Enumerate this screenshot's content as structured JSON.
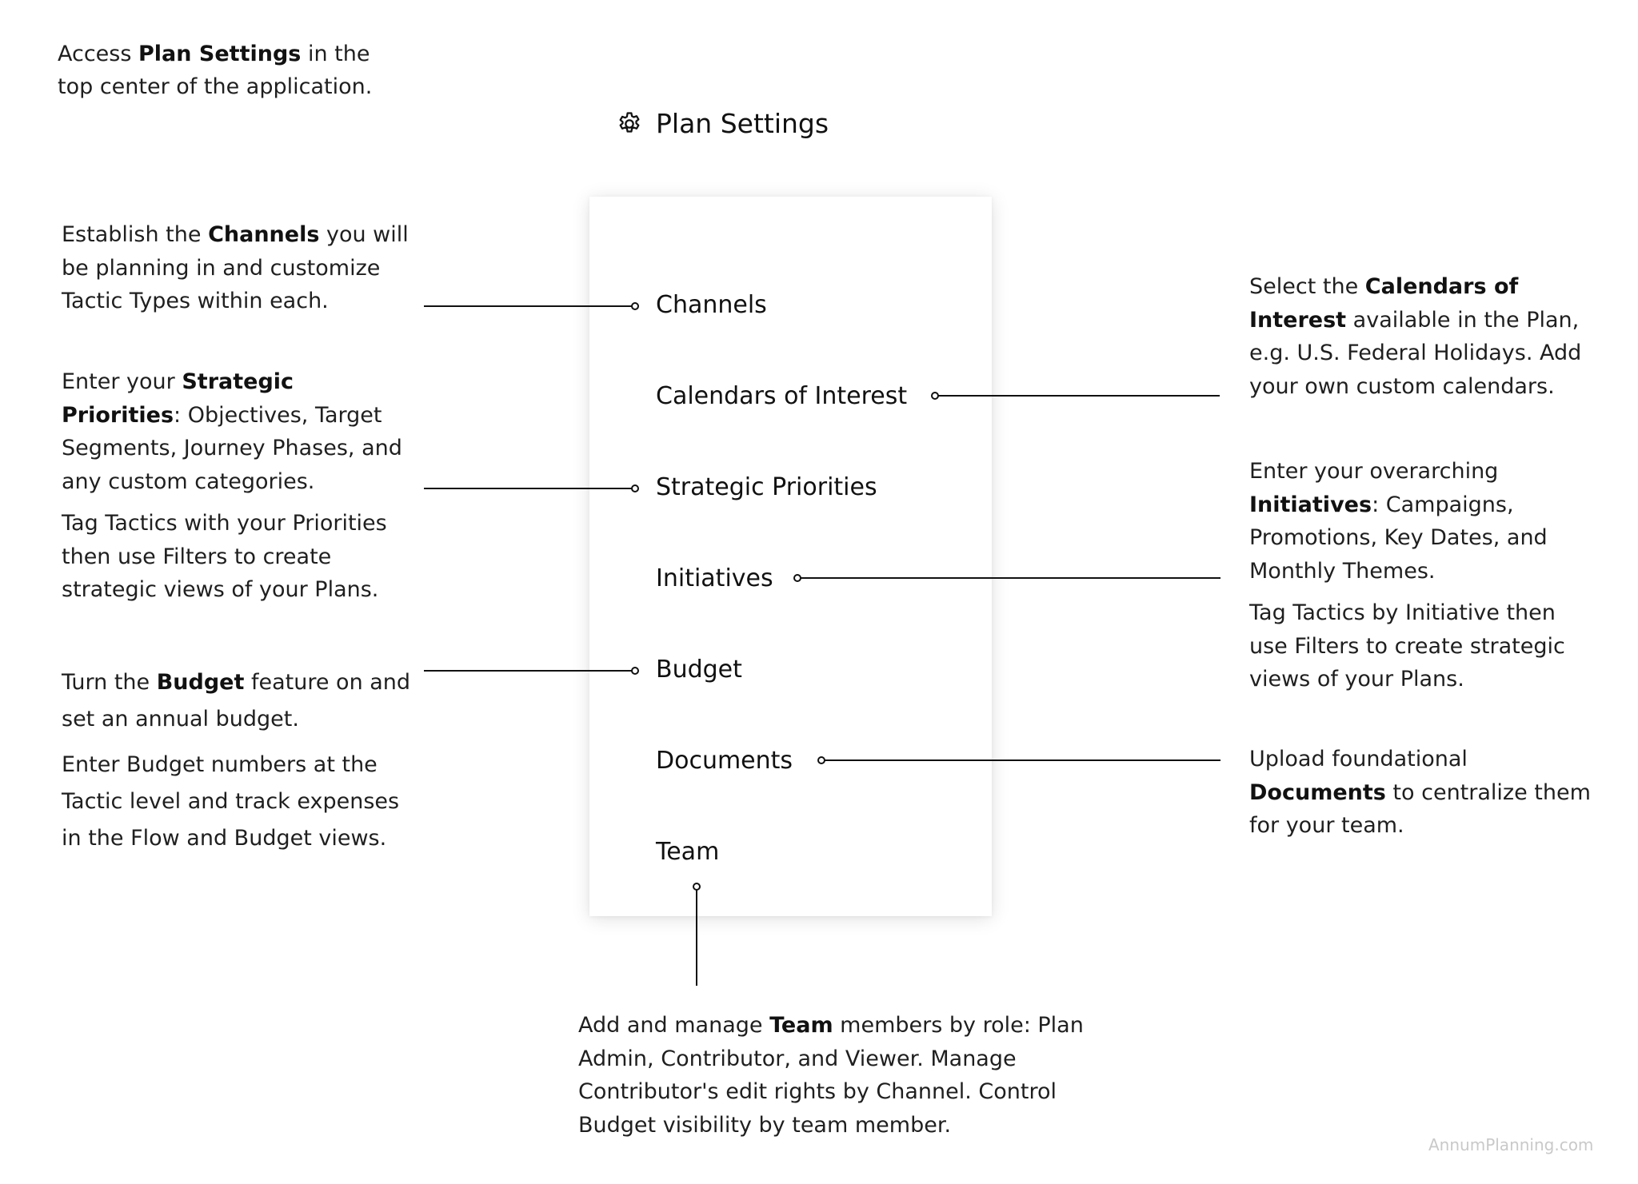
{
  "intro": {
    "pre": "Access ",
    "bold": "Plan Settings",
    "post": " in the top center of the application."
  },
  "header": {
    "title": "Plan Settings",
    "icon": "gear-icon"
  },
  "menu": [
    {
      "id": "channels",
      "label": "Channels"
    },
    {
      "id": "calendars",
      "label": "Calendars of Interest"
    },
    {
      "id": "strategic",
      "label": "Strategic Priorities"
    },
    {
      "id": "initiatives",
      "label": "Initiatives"
    },
    {
      "id": "budget",
      "label": "Budget"
    },
    {
      "id": "documents",
      "label": "Documents"
    },
    {
      "id": "team",
      "label": "Team"
    }
  ],
  "annotations": {
    "channels": {
      "pre": "Establish the ",
      "bold": "Channels",
      "post": " you will be planning in and customize Tactic Types within each."
    },
    "strategic": {
      "pre": "Enter your ",
      "bold": "Strategic Priorities",
      "post": ": Objectives, Target Segments, Journey Phases, and any custom categories.",
      "extra": "Tag Tactics with your Priorities then use Filters to create strategic views of your Plans."
    },
    "budget": {
      "pre": "Turn the ",
      "bold": "Budget",
      "post": " feature on and set an annual budget.",
      "extra": "Enter Budget numbers at the Tactic level and track expenses in the Flow and Budget views."
    },
    "calendars": {
      "pre": "Select the ",
      "bold": "Calendars of Interest",
      "post": " available in the Plan, e.g. U.S. Federal Holidays. Add your own custom calendars."
    },
    "initiatives": {
      "pre": "Enter your overarching ",
      "bold": "Initiatives",
      "post": ": Campaigns, Promotions, Key Dates, and Monthly Themes.",
      "extra": "Tag Tactics by Initiative then use Filters to create strategic views of your Plans."
    },
    "documents": {
      "pre": "Upload foundational ",
      "bold": "Documents",
      "post": " to centralize them for your team."
    },
    "team": {
      "pre": "Add and manage ",
      "bold": "Team",
      "post": " members by role: Plan Admin, Contributor, and Viewer. Manage Contributor's edit rights by Channel. Control Budget visibility by team member."
    }
  },
  "watermark": "AnnumPlanning.com",
  "colors": {
    "text": "#1f1f1f",
    "line": "#111111",
    "watermark": "#c9c9c9"
  }
}
